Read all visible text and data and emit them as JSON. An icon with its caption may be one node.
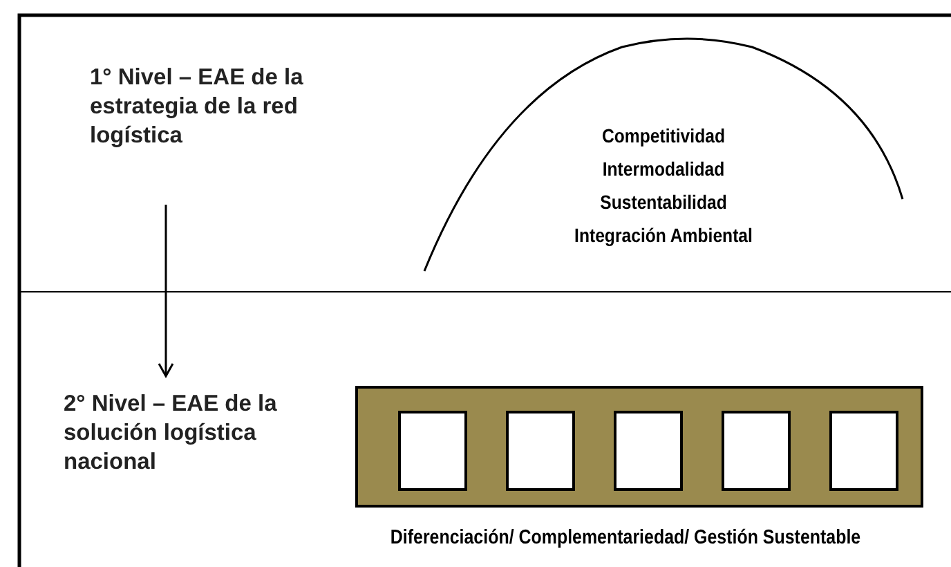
{
  "diagram": {
    "nodes": [
      {
        "text": [
          "1° Nivel – EAE de la estrategia de la red logística"
        ]
      },
      {
        "text": [
          "2° Nivel – EAE de la solución logística nacional"
        ]
      },
      {
        "text": [
          "Competitividad",
          "Intermodalidad",
          "Sustentabilidad",
          "Integración Ambiental"
        ]
      },
      {
        "text": [],
        "shape": "bar",
        "beside": [
          "Diferenciación/ Complementariedad/ Gestión Sustentable"
        ]
      },
      {
        "text": [],
        "shape": "box",
        "in": 3
      },
      {
        "text": [],
        "shape": "box",
        "in": 3
      },
      {
        "text": [],
        "shape": "box",
        "in": 3
      },
      {
        "text": [],
        "shape": "box",
        "in": 3
      },
      {
        "text": [],
        "shape": "box",
        "in": 3
      }
    ],
    "edges": [
      {
        "from": 0,
        "to": 1,
        "arrow": "to"
      }
    ]
  }
}
